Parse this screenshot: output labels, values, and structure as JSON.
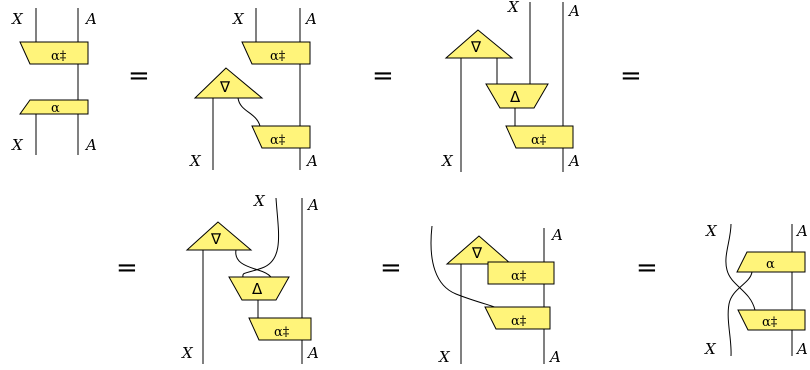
{
  "labels": {
    "wire_x": "X",
    "wire_a": "A",
    "alpha": "α",
    "alpha_dagger": "α‡",
    "nabla": "∇",
    "delta": "Δ",
    "equals": "="
  },
  "colors": {
    "box_fill": "#fff47a",
    "stroke": "#000000",
    "background": "#ffffff"
  }
}
